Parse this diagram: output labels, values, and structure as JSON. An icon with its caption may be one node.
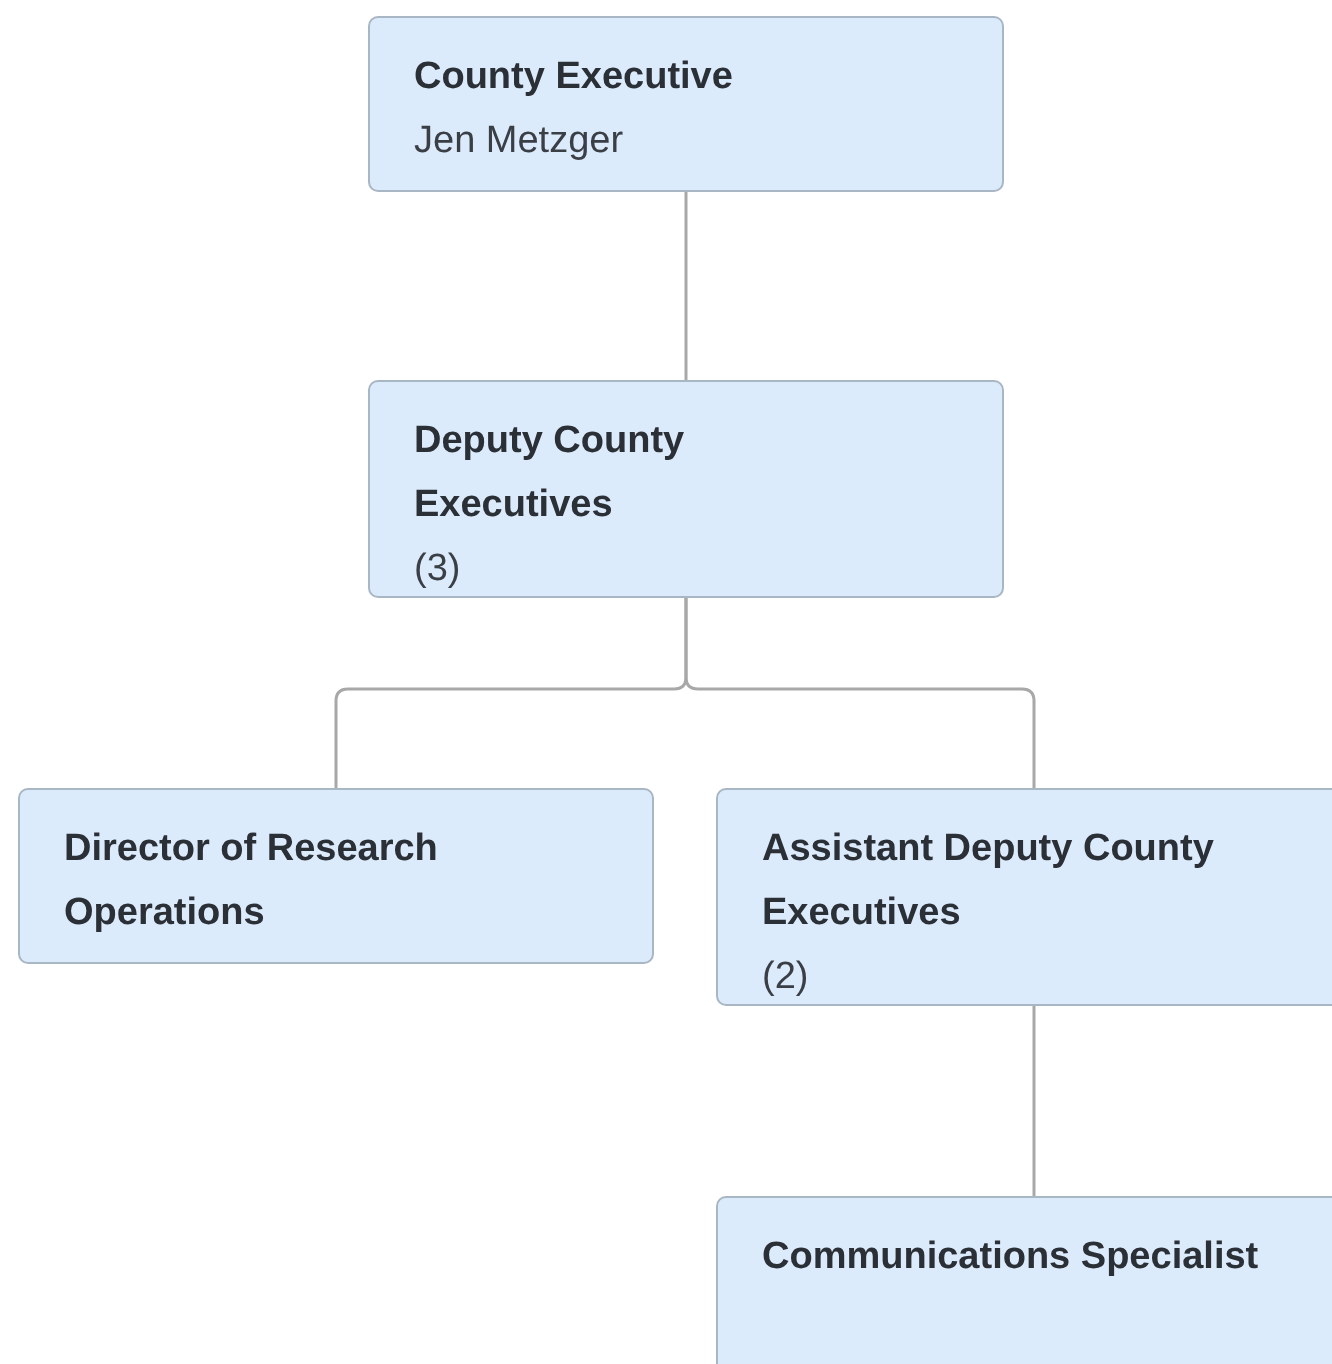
{
  "diagram": {
    "nodes": [
      {
        "text": [
          "County Executive",
          "Jen Metzger"
        ]
      },
      {
        "text": [
          "Deputy County Executives",
          "(3)"
        ]
      },
      {
        "text": [
          "Director of Research Operations"
        ]
      },
      {
        "text": [
          "Assistant Deputy County Executives",
          "(2)"
        ]
      },
      {
        "text": [
          "Communications Specialist"
        ]
      }
    ],
    "edges": [
      {
        "from": 0,
        "to": 1,
        "arrow": "none"
      },
      {
        "from": 1,
        "to": 2,
        "arrow": "none"
      },
      {
        "from": 1,
        "to": 3,
        "arrow": "none"
      },
      {
        "from": 3,
        "to": 4,
        "arrow": "none"
      }
    ]
  }
}
